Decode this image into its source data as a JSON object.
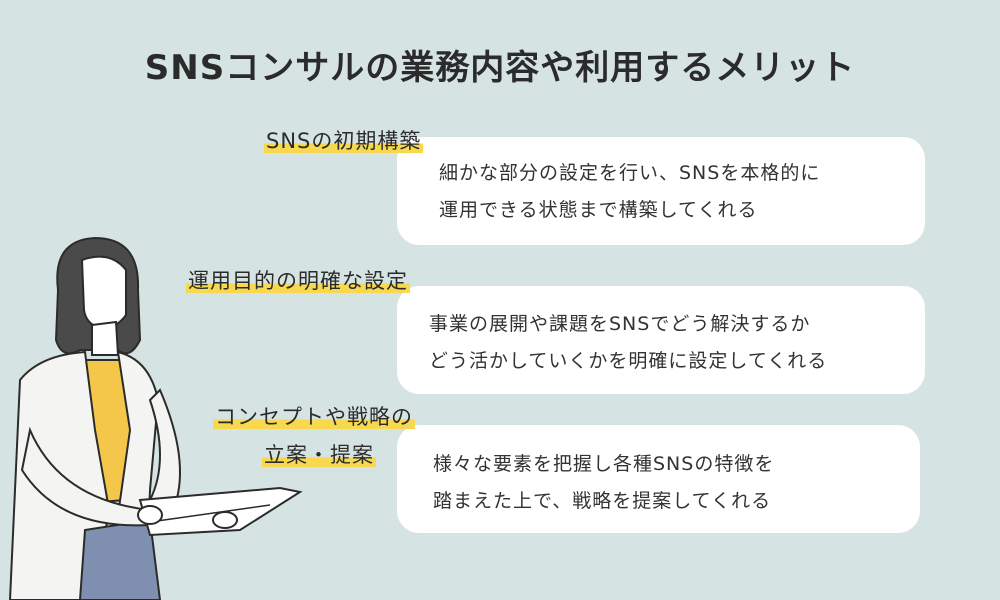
{
  "title": "SNSコンサルの業務内容や利用するメリット",
  "items": [
    {
      "heading": "SNSの初期構築",
      "lines": [
        "細かな部分の設定を行い、SNSを本格的に",
        "運用できる状態まで構築してくれる"
      ]
    },
    {
      "heading": "運用目的の明確な設定",
      "lines": [
        "事業の展開や課題をSNSでどう解決するか",
        "どう活かしていくかを明確に設定してくれる"
      ]
    },
    {
      "heading_lines": [
        "コンセプトや戦略の",
        "立案・提案"
      ],
      "lines": [
        "様々な要素を把握し各種SNSの特徴を",
        "踏まえた上で、戦略を提案してくれる"
      ]
    }
  ],
  "colors": {
    "background": "#d5e4e2",
    "highlight": "#f7d84e",
    "card": "#ffffff"
  }
}
